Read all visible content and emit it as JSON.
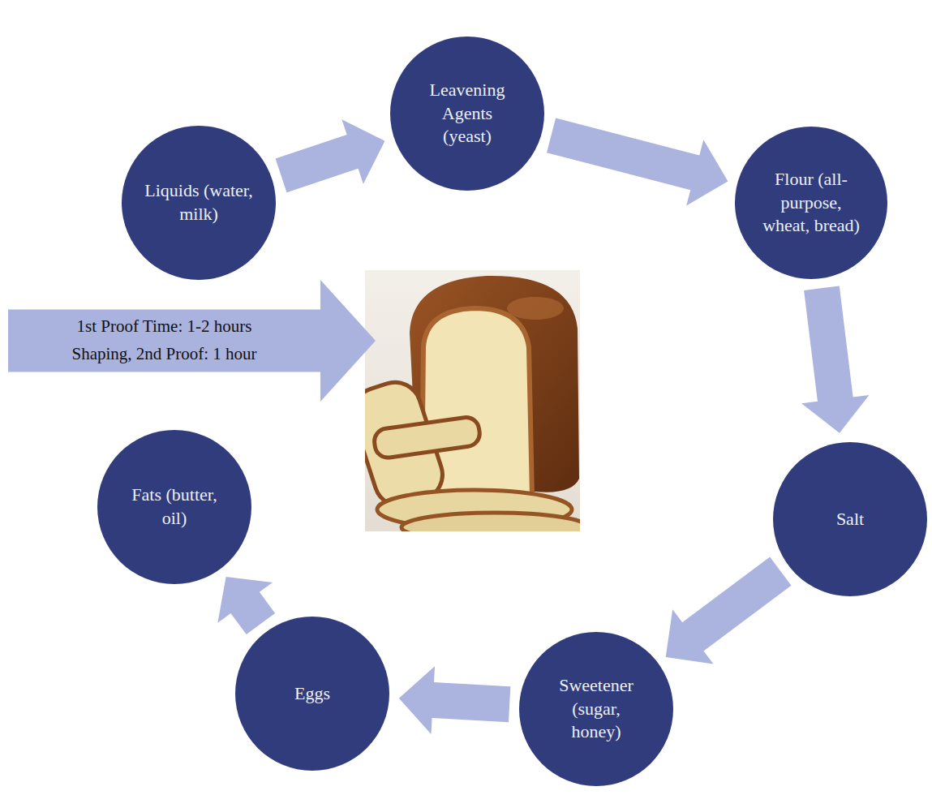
{
  "diagram": {
    "nodes": [
      {
        "text": [
          "Liquids (water, milk)"
        ]
      },
      {
        "text": [
          "Leavening Agents (yeast)"
        ]
      },
      {
        "text": [
          "Flour (all-purpose, wheat, bread)"
        ]
      },
      {
        "text": [
          "Salt"
        ]
      },
      {
        "text": [
          "Sweetener (sugar, honey)"
        ]
      },
      {
        "text": [
          "Eggs"
        ]
      },
      {
        "text": [
          "Fats (butter, oil)"
        ]
      },
      {
        "text": [
          "1st Proof Time: 1-2 hours",
          "Shaping, 2nd Proof: 1 hour"
        ]
      }
    ],
    "edges": [
      {
        "from": 0,
        "to": 1,
        "arrow": "to"
      },
      {
        "from": 1,
        "to": 2,
        "arrow": "to"
      },
      {
        "from": 2,
        "to": 3,
        "arrow": "to"
      },
      {
        "from": 3,
        "to": 4,
        "arrow": "to"
      },
      {
        "from": 4,
        "to": 5,
        "arrow": "to"
      },
      {
        "from": 5,
        "to": 6,
        "arrow": "to"
      }
    ]
  }
}
